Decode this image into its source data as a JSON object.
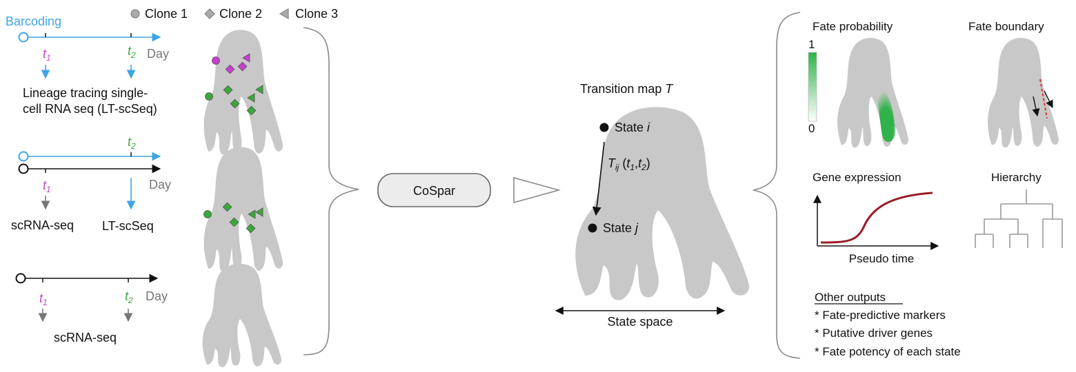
{
  "legend": {
    "clone1": "Clone 1",
    "clone2": "Clone 2",
    "clone3": "Clone 3"
  },
  "input1": {
    "title": "Barcoding",
    "t1": "t",
    "t1_sub": "1",
    "t2": "t",
    "t2_sub": "2",
    "day": "Day",
    "caption_line1": "Lineage tracing single-",
    "caption_line2": "cell RNA seq (LT-scSeq)"
  },
  "input2": {
    "t1": "t",
    "t1_sub": "1",
    "t2": "t",
    "t2_sub": "2",
    "day": "Day",
    "left_caption": "scRNA-seq",
    "right_caption": "LT-scSeq"
  },
  "input3": {
    "t1": "t",
    "t1_sub": "1",
    "t2": "t",
    "t2_sub": "2",
    "day": "Day",
    "caption": "scRNA-seq"
  },
  "method": {
    "label": "CoSpar"
  },
  "transition_map": {
    "title_main": "Transition map ",
    "title_var": "T",
    "state_i": "State ",
    "state_i_var": "i",
    "state_j": "State ",
    "state_j_var": "j",
    "tij_T": "T",
    "tij_sub": "ij",
    "tij_args_open": " (",
    "tij_t1": "t",
    "tij_t1_sub": "1",
    "tij_comma": ",",
    "tij_t2": "t",
    "tij_t2_sub": "2",
    "tij_close": ")",
    "axis": "State space"
  },
  "outputs": {
    "fate_probability": "Fate probability",
    "scale_max": "1",
    "scale_min": "0",
    "fate_boundary": "Fate boundary",
    "gene_expression": "Gene expression",
    "pseudo_time": "Pseudo time",
    "hierarchy": "Hierarchy",
    "other_title": "Other outputs",
    "other_items": [
      "* Fate-predictive markers",
      "* Putative driver genes",
      "* Fate potency of each state"
    ]
  },
  "colors": {
    "blue": "#3da4e6",
    "magenta": "#c63fd0",
    "green": "#3aa83a",
    "landscape_grey": "#c8c8c8",
    "curve_red": "#9b1c26",
    "boundary_red": "#e03030"
  }
}
